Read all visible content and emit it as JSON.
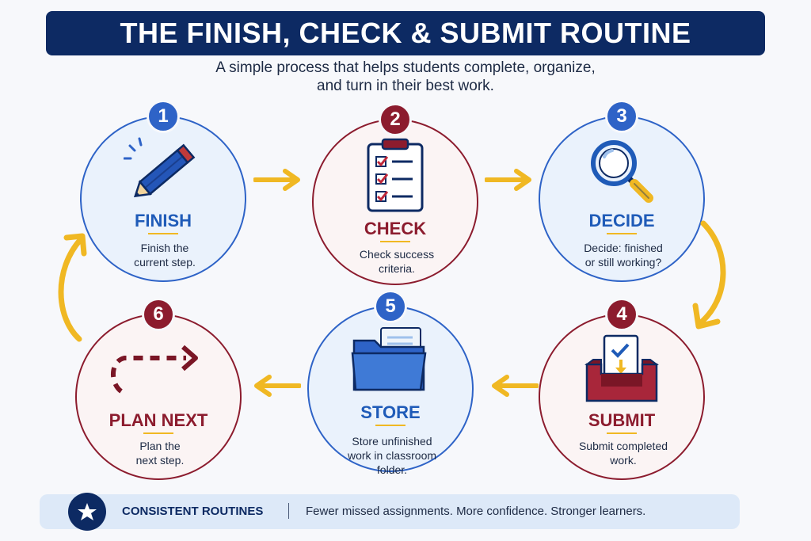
{
  "title": "THE FINISH, CHECK & SUBMIT ROUTINE",
  "subtitle_line1": "A simple process that helps students complete, organize,",
  "subtitle_line2": "and turn in their best work.",
  "colors": {
    "navy": "#0d2a63",
    "blue": "#2e63c7",
    "red": "#8c1c2e",
    "gold": "#f0b823"
  },
  "steps": [
    {
      "number": "1",
      "label": "FINISH",
      "desc_line1": "Finish the",
      "desc_line2": "current step.",
      "icon": "pencil-icon"
    },
    {
      "number": "2",
      "label": "CHECK",
      "desc_line1": "Check success",
      "desc_line2": "criteria.",
      "icon": "clipboard-checklist-icon"
    },
    {
      "number": "3",
      "label": "DECIDE",
      "desc_line1": "Decide: finished",
      "desc_line2": "or still working?",
      "icon": "magnifying-glass-icon"
    },
    {
      "number": "4",
      "label": "SUBMIT",
      "desc_line1": "Submit completed",
      "desc_line2": "work.",
      "icon": "inbox-tray-icon"
    },
    {
      "number": "5",
      "label": "STORE",
      "desc_line1": "Store unfinished",
      "desc_line2": "work in classroom",
      "desc_line3": "folder.",
      "icon": "folder-icon"
    },
    {
      "number": "6",
      "label": "PLAN NEXT",
      "desc_line1": "Plan the",
      "desc_line2": "next step.",
      "icon": "dashed-arrow-icon"
    }
  ],
  "footer": {
    "heading": "CONSISTENT ROUTINES",
    "text": "Fewer missed assignments. More confidence. Stronger learners.",
    "icon": "star-icon"
  }
}
